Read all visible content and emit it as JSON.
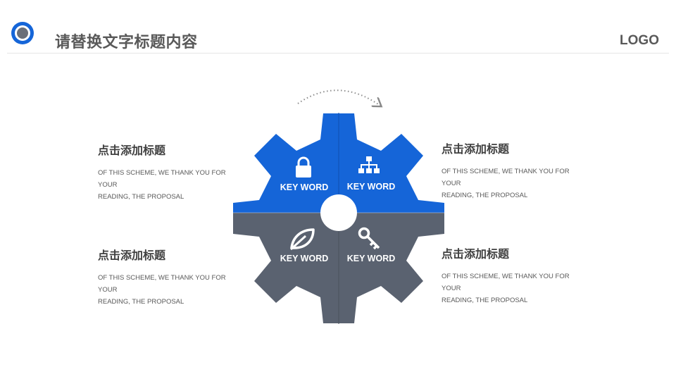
{
  "header": {
    "title": "请替换文字标题内容",
    "logo": "LOGO"
  },
  "colors": {
    "blue": "#1565d8",
    "gray": "#5a6270",
    "text_dark": "#404040",
    "text_body": "#595959"
  },
  "blocks": [
    {
      "title": "点击添加标题",
      "body_line1": "OF THIS SCHEME, WE THANK YOU FOR YOUR",
      "body_line2": "READING, THE PROPOSAL"
    },
    {
      "title": "点击添加标题",
      "body_line1": "OF THIS SCHEME, WE THANK YOU FOR YOUR",
      "body_line2": "READING, THE PROPOSAL"
    },
    {
      "title": "点击添加标题",
      "body_line1": "OF THIS SCHEME, WE THANK YOU FOR YOUR",
      "body_line2": "READING, THE PROPOSAL"
    },
    {
      "title": "点击添加标题",
      "body_line1": "OF THIS SCHEME, WE THANK YOU FOR YOUR",
      "body_line2": "READING, THE PROPOSAL"
    }
  ],
  "gear": {
    "segments": [
      {
        "label": "KEY WORD",
        "icon": "lock-icon",
        "color": "blue"
      },
      {
        "label": "KEY WORD",
        "icon": "hierarchy-icon",
        "color": "blue"
      },
      {
        "label": "KEY WORD",
        "icon": "leaf-icon",
        "color": "gray"
      },
      {
        "label": "KEY WORD",
        "icon": "key-icon",
        "color": "gray"
      }
    ]
  }
}
